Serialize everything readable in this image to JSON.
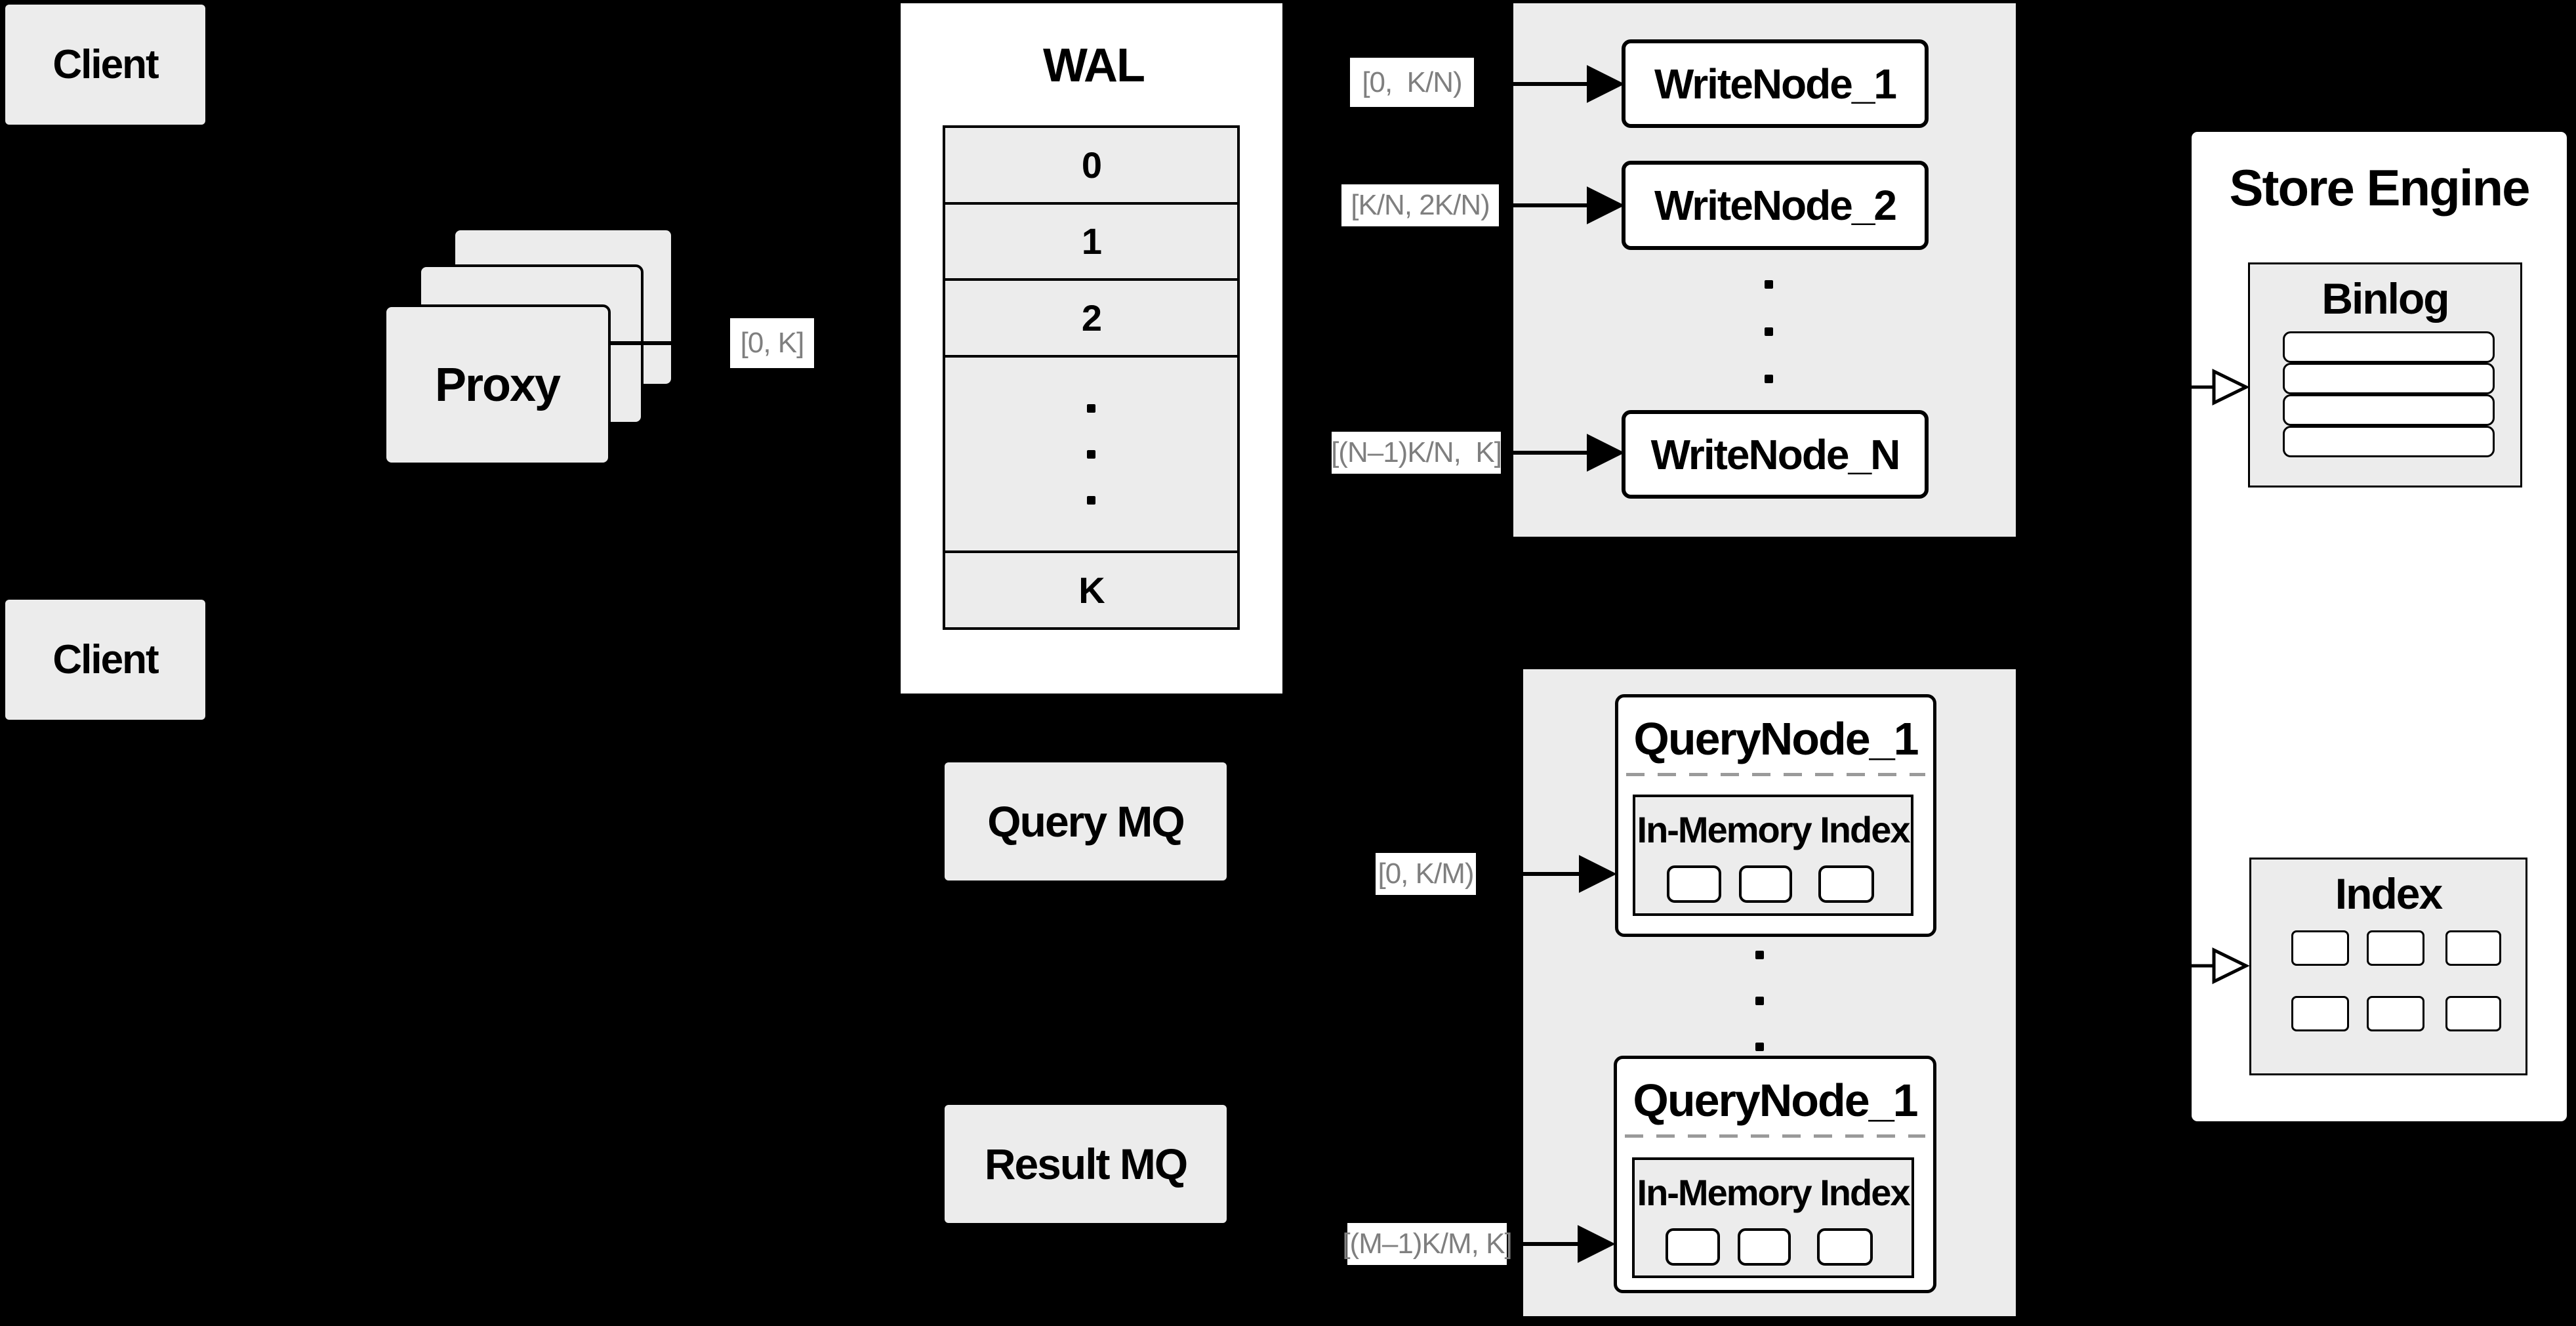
{
  "colors": {
    "background": "#000000",
    "box_gray": "#ececec",
    "white": "#ffffff",
    "border": "#000000",
    "label_text": "#7f7f7f",
    "dash_gray": "#9a9a9a"
  },
  "clients": {
    "top": "Client",
    "bottom": "Client"
  },
  "proxy": {
    "label": "Proxy"
  },
  "wal": {
    "title": "WAL",
    "rows": [
      "0",
      "1",
      "2",
      "K"
    ]
  },
  "range_labels": {
    "proxy_to_wal": "[0, K]",
    "write_1": "[0,  K/N)",
    "write_2": "[K/N, 2K/N)",
    "write_n": "[(N–1)K/N,  K]",
    "query_1": "[0, K/M)",
    "query_m": "[(M–1)K/M, K]"
  },
  "write_nodes": {
    "node1": "WriteNode_1",
    "node2": "WriteNode_2",
    "nodeN": "WriteNode_N"
  },
  "mq": {
    "query": "Query MQ",
    "result": "Result MQ"
  },
  "query_nodes": {
    "node_top": "QueryNode_1",
    "node_bottom": "QueryNode_1",
    "in_memory_label": "In-Memory Index"
  },
  "store": {
    "title": "Store Engine",
    "binlog": "Binlog",
    "index": "Index"
  }
}
